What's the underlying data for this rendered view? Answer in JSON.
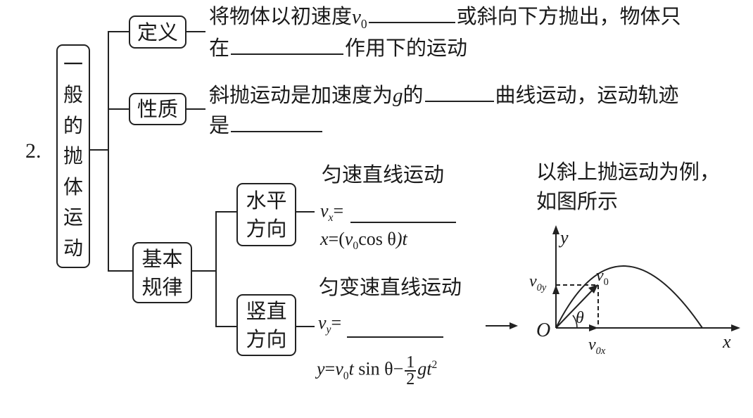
{
  "section_number": "2.",
  "root": {
    "label_chars": [
      "一",
      "般",
      "的",
      "抛",
      "体",
      "运",
      "动"
    ]
  },
  "definition": {
    "label": "定义",
    "line1_a": "将物体以初速度",
    "line1_var": "v",
    "line1_sub": "0",
    "line1_b": "或斜向下方抛出，物体只",
    "line2_a": "在",
    "line2_b": "作用下的运动"
  },
  "property": {
    "label": "性质",
    "line1_a": "斜抛运动是加速度为",
    "line1_var": "g",
    "line1_b": "的",
    "line1_c": "曲线运动，运动轨迹",
    "line2_a": "是"
  },
  "basic_laws": {
    "label_line1": "基本",
    "label_line2": "规律",
    "horizontal": {
      "label_line1": "水平",
      "label_line2": "方向",
      "motion": "匀速直线运动",
      "velocity_var": "v",
      "velocity_sub": "x",
      "eq": "=",
      "position_formula": {
        "lhs": "x",
        "eq": "=(",
        "v": "v",
        "v_sub": "0",
        "trig": "cos θ",
        "tail": ")t"
      }
    },
    "vertical": {
      "label_line1": "竖直",
      "label_line2": "方向",
      "motion": "匀变速直线运动",
      "velocity_var": "v",
      "velocity_sub": "y",
      "eq": "=",
      "position_formula": {
        "lhs": "y",
        "eq": "=",
        "v": "v",
        "v_sub": "0",
        "t": "t",
        "trig": " sin θ−",
        "frac_num": "1",
        "frac_den": "2",
        "g": "gt",
        "t_sup": "2"
      }
    }
  },
  "example": {
    "note_line1": "以斜上抛运动为例，",
    "note_line2": "如图所示",
    "figure": {
      "origin": "O",
      "x_axis": "x",
      "y_axis": "y",
      "v0": "v",
      "v0_sub": "0",
      "v0x": "v",
      "v0x_sub": "0x",
      "v0y": "v",
      "v0y_sub": "0y",
      "theta": "θ"
    }
  }
}
